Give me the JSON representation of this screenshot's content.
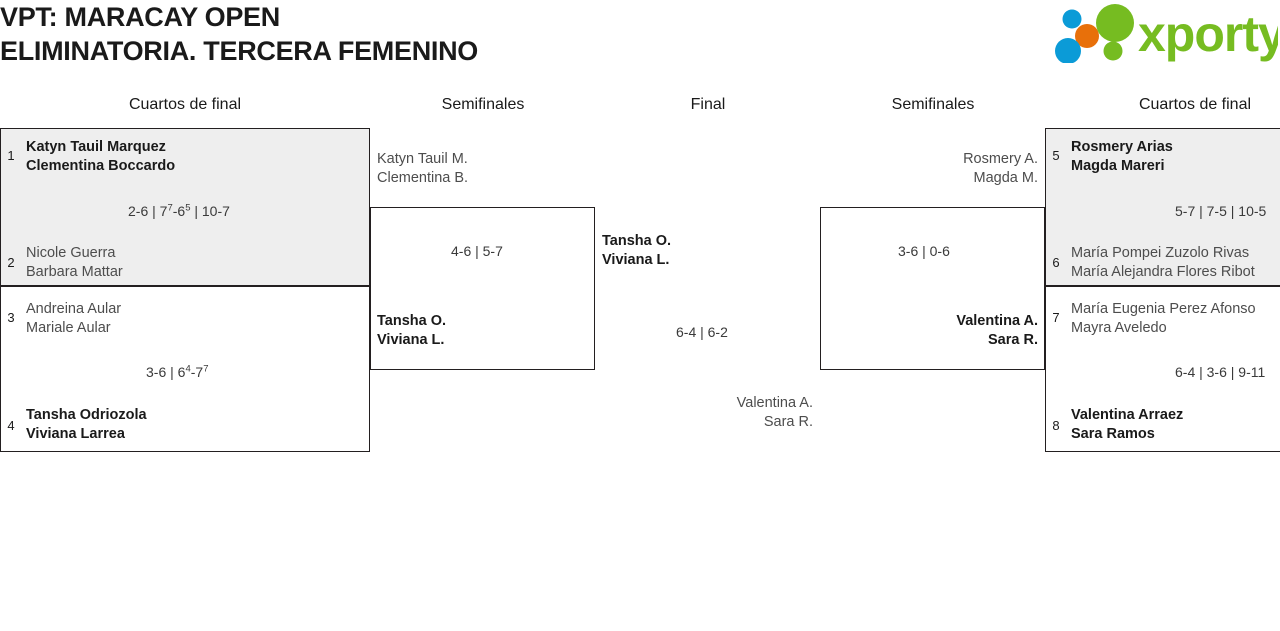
{
  "header": {
    "title_line_1": "VPT: MARACAY OPEN",
    "title_line_2": "ELIMINATORIA. TERCERA FEMENINO",
    "logo": {
      "wordmark": "xporty",
      "colors": {
        "green": "#76bc21",
        "blue": "#0b9bd7",
        "orange": "#e8700a"
      },
      "dots": [
        {
          "name": "dot-blue-small",
          "color": "#0b9bd7"
        },
        {
          "name": "dot-orange",
          "color": "#e8700a"
        },
        {
          "name": "dot-blue-large",
          "color": "#0b9bd7"
        },
        {
          "name": "dot-green-large",
          "color": "#76bc21"
        },
        {
          "name": "dot-green-small",
          "color": "#76bc21"
        }
      ]
    }
  },
  "rounds": [
    {
      "label": "Cuartos de final"
    },
    {
      "label": "Semifinales"
    },
    {
      "label": "Final"
    },
    {
      "label": "Semifinales"
    },
    {
      "label": "Cuartos de final"
    }
  ],
  "bracket": {
    "left_quarterfinals": [
      {
        "shaded": true,
        "top": {
          "seed": "1",
          "player_1": "Katyn Tauil Marquez",
          "player_2": "Clementina Boccardo",
          "winner": true
        },
        "bottom": {
          "seed": "2",
          "player_1": "Nicole Guerra",
          "player_2": "Barbara Mattar",
          "winner": false
        },
        "score": [
          {
            "text": "2-6 | 7"
          },
          {
            "sup": "7"
          },
          {
            "text": "-6"
          },
          {
            "sup": "5"
          },
          {
            "text": " | 10-7"
          }
        ],
        "score_text": "2-6 | 7(7)-6(5) | 10-7"
      },
      {
        "shaded": false,
        "top": {
          "seed": "3",
          "player_1": "Andreina Aular",
          "player_2": "Mariale Aular",
          "winner": false
        },
        "bottom": {
          "seed": "4",
          "player_1": "Tansha Odriozola",
          "player_2": "Viviana Larrea",
          "winner": true
        },
        "score": [
          {
            "text": "3-6 | 6"
          },
          {
            "sup": "4"
          },
          {
            "text": "-7"
          },
          {
            "sup": "7"
          }
        ],
        "score_text": "3-6 | 6(4)-7(7)"
      }
    ],
    "left_semifinal": {
      "top": {
        "player_1": "Katyn Tauil M.",
        "player_2": "Clementina B.",
        "winner": false
      },
      "bottom": {
        "player_1": "Tansha O.",
        "player_2": "Viviana L.",
        "winner": true
      },
      "score_text": "4-6 | 5-7"
    },
    "final": {
      "top": {
        "player_1": "Tansha O.",
        "player_2": "Viviana L.",
        "winner": true
      },
      "bottom": {
        "player_1": "Valentina A.",
        "player_2": "Sara R.",
        "winner": false
      },
      "score_text": "6-4 | 6-2"
    },
    "right_semifinal": {
      "top": {
        "player_1": "Rosmery A.",
        "player_2": "Magda M.",
        "winner": false
      },
      "bottom": {
        "player_1": "Valentina A.",
        "player_2": "Sara R.",
        "winner": true
      },
      "score_text": "3-6 | 0-6"
    },
    "right_quarterfinals": [
      {
        "shaded": true,
        "top": {
          "seed": "5",
          "player_1": "Rosmery Arias",
          "player_2": "Magda Mareri",
          "winner": true
        },
        "bottom": {
          "seed": "6",
          "player_1": "María Pompei Zuzolo Rivas",
          "player_2": "María Alejandra Flores Ribot",
          "winner": false
        },
        "score_text": "5-7 | 7-5 | 10-5"
      },
      {
        "shaded": false,
        "top": {
          "seed": "7",
          "player_1": "María Eugenia Perez Afonso",
          "player_2": "Mayra Aveledo",
          "winner": false
        },
        "bottom": {
          "seed": "8",
          "player_1": "Valentina Arraez",
          "player_2": "Sara Ramos",
          "winner": true
        },
        "score_text": "6-4 | 3-6 | 9-11"
      }
    ]
  }
}
